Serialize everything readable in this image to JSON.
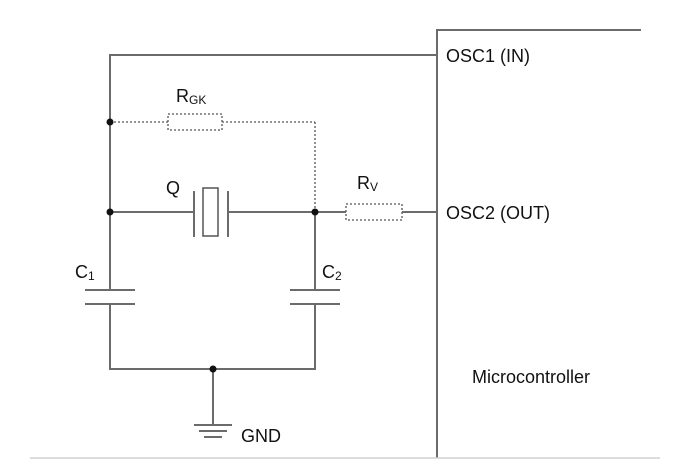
{
  "labels": {
    "osc1": "OSC1 (IN)",
    "osc2": "OSC2 (OUT)",
    "mcu": "Microcontroller",
    "rgk_main": "R",
    "rgk_sub": "GK",
    "rv_main": "R",
    "rv_sub": "V",
    "q": "Q",
    "c1_main": "C",
    "c1_sub": "1",
    "c2_main": "C",
    "c2_sub": "2",
    "gnd": "GND"
  },
  "colors": {
    "wire": "#6b6b6b",
    "text": "#111111",
    "node": "#111111"
  }
}
